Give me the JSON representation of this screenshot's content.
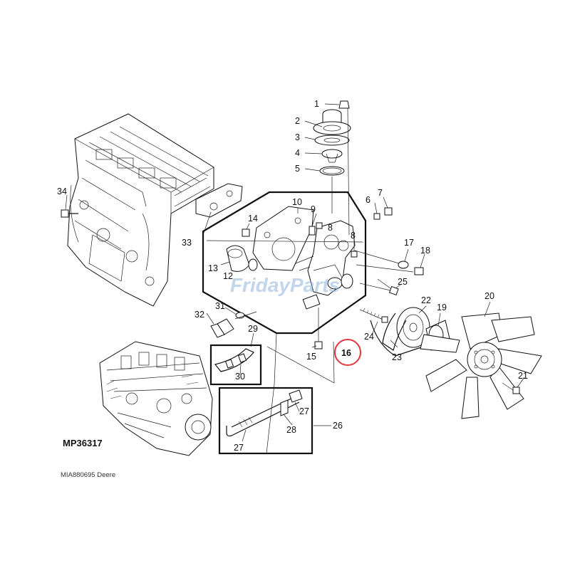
{
  "diagram_code": "MP36317",
  "source_caption": "MIA880695 Deere",
  "watermark": "FridayParts",
  "highlighted_callout": "16",
  "colors": {
    "highlight_ring": "#e0373f",
    "watermark": "#8fb3dd",
    "line": "#111111"
  },
  "callouts": [
    "1",
    "2",
    "3",
    "4",
    "5",
    "6",
    "7",
    "8",
    "8",
    "9",
    "10",
    "12",
    "13",
    "14",
    "15",
    "16",
    "17",
    "18",
    "19",
    "20",
    "21",
    "22",
    "23",
    "24",
    "25",
    "26",
    "27",
    "27",
    "28",
    "29",
    "30",
    "31",
    "32",
    "33",
    "34"
  ]
}
